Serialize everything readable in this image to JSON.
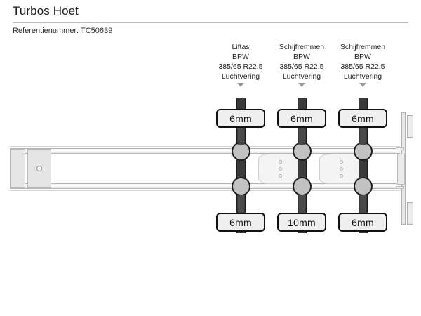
{
  "header": {
    "title": "Turbos Hoet",
    "reference_label": "Referentienummer:",
    "reference_value": "TC50639",
    "reference_line": "Referentienummer: TC50639",
    "rule_color": "#bdbdbd"
  },
  "diagram": {
    "type": "trailer-axle-schematic",
    "view": "top-down",
    "axle_count": 3,
    "colors": {
      "axle_beam": "#3a3a3a",
      "wheel_fill": "#c2c2c2",
      "wheel_stroke": "#1f1f1f",
      "chassis_rail": "#fbfbfb",
      "chassis_stroke": "#b4b4b4",
      "label_fill": "#efefef",
      "label_stroke": "#111111",
      "arrow": "#9a9a9a"
    },
    "axles": [
      {
        "index": 1,
        "spec_lines": [
          "Liftas",
          "BPW",
          "385/65 R22.5",
          "Luchtvering"
        ],
        "type": "Liftas",
        "brand": "BPW",
        "tyre_size": "385/65 R22.5",
        "suspension": "Luchtvering",
        "tread_top": "6mm",
        "tread_bottom": "6mm"
      },
      {
        "index": 2,
        "spec_lines": [
          "Schijfremmen",
          "BPW",
          "385/65 R22.5",
          "Luchtvering"
        ],
        "type": "Schijfremmen",
        "brand": "BPW",
        "tyre_size": "385/65 R22.5",
        "suspension": "Luchtvering",
        "tread_top": "6mm",
        "tread_bottom": "10mm"
      },
      {
        "index": 3,
        "spec_lines": [
          "Schijfremmen",
          "BPW",
          "385/65 R22.5",
          "Luchtvering"
        ],
        "type": "Schijfremmen",
        "brand": "BPW",
        "tyre_size": "385/65 R22.5",
        "suspension": "Luchtvering",
        "tread_top": "6mm",
        "tread_bottom": "6mm"
      }
    ]
  }
}
